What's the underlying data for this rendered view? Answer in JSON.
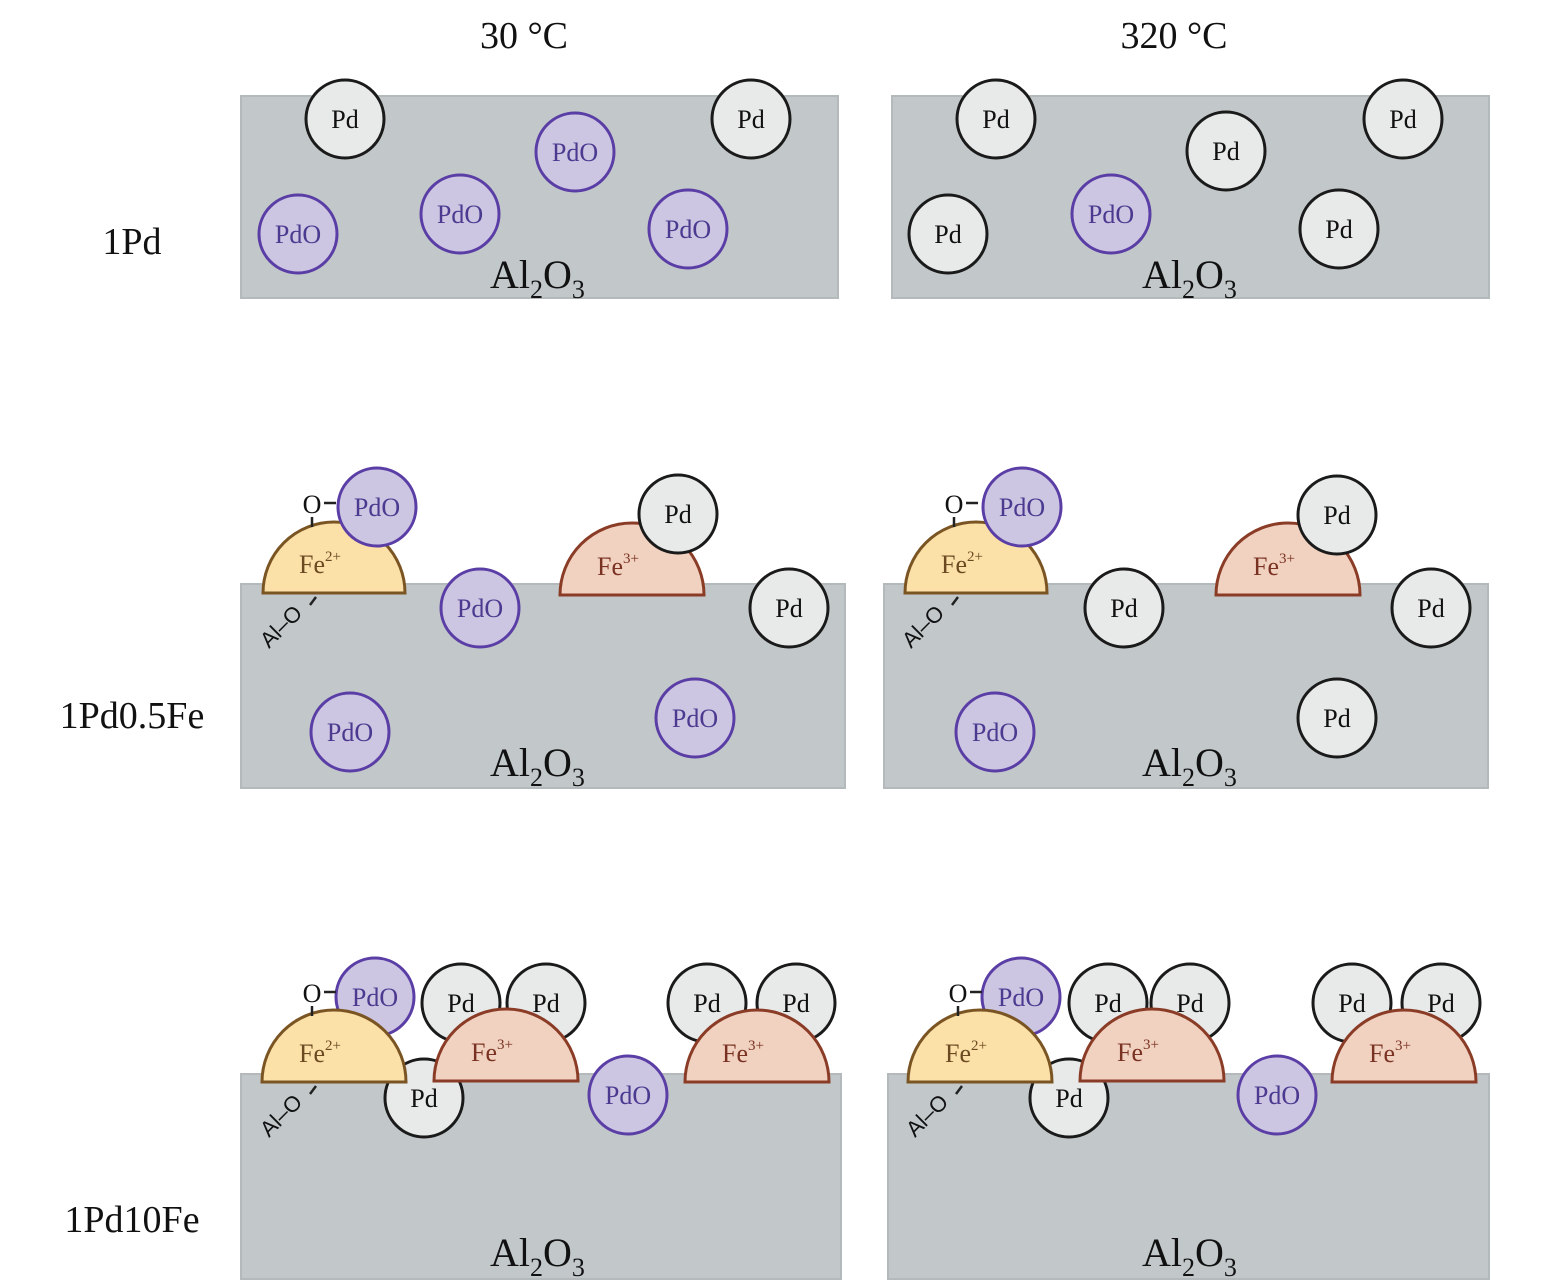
{
  "columns": [
    {
      "title": "30 °C"
    },
    {
      "title": "320 °C"
    }
  ],
  "rows": [
    {
      "label": "1Pd"
    },
    {
      "label": "1Pd0.5Fe"
    },
    {
      "label": "1Pd10Fe"
    }
  ],
  "substrate_label": {
    "main": "Al",
    "sub1": "2",
    "mid": "O",
    "sub2": "3"
  },
  "species": {
    "pd": "Pd",
    "pdo": "PdO",
    "fe2": {
      "base": "Fe",
      "charge": "2+"
    },
    "fe3": {
      "base": "Fe",
      "charge": "3+"
    },
    "o_bond": "O",
    "al_o_bond": "Al–O"
  },
  "colors": {
    "substrate": "#c2c8ca",
    "pd_fill": "#e8eaea",
    "pd_stroke": "#1a1a1a",
    "pdo_fill": "#cdc6e3",
    "pdo_stroke": "#5a3ea6",
    "fe2_fill": "#fbe0a8",
    "fe3_fill": "#f1d1c0"
  },
  "panels": [
    {
      "row": "1Pd",
      "column": "30 °C",
      "pd_count": 2,
      "pdo_count": 4,
      "fe2_count": 0,
      "fe3_count": 0
    },
    {
      "row": "1Pd",
      "column": "320 °C",
      "pd_count": 5,
      "pdo_count": 1,
      "fe2_count": 0,
      "fe3_count": 0
    },
    {
      "row": "1Pd0.5Fe",
      "column": "30 °C",
      "pd_count": 2,
      "pdo_count": 4,
      "fe2_count": 1,
      "fe3_count": 1
    },
    {
      "row": "1Pd0.5Fe",
      "column": "320 °C",
      "pd_count": 4,
      "pdo_count": 2,
      "fe2_count": 1,
      "fe3_count": 1
    },
    {
      "row": "1Pd10Fe",
      "column": "30 °C",
      "pd_count": 5,
      "pdo_count": 2,
      "fe2_count": 1,
      "fe3_count": 2
    },
    {
      "row": "1Pd10Fe",
      "column": "320 °C",
      "pd_count": 5,
      "pdo_count": 2,
      "fe2_count": 1,
      "fe3_count": 2
    }
  ]
}
